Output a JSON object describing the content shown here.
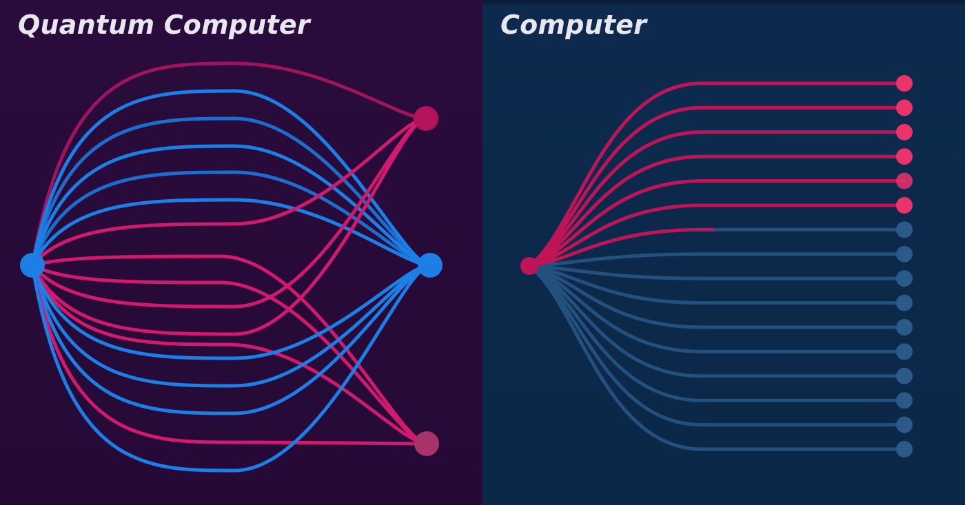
{
  "left_panel": {
    "title": "Quantum Computer",
    "colors": {
      "background": "#280a3a",
      "blue": "#1b7fe6",
      "pink": "#d01a6e",
      "magenta_node": "#b4135c",
      "mauve_node": "#a8326a"
    },
    "nodes": [
      "source-node",
      "output-node-top",
      "output-node-middle",
      "output-node-bottom"
    ]
  },
  "right_panel": {
    "title": "Computer",
    "colors": {
      "background": "#0c2a4c",
      "active": "#c01456",
      "active_node": "#e8336b",
      "inactive": "#24507e",
      "inactive_node": "#2c5a88"
    },
    "active_outputs": 6,
    "partial_outputs": 1,
    "total_outputs": 16
  }
}
